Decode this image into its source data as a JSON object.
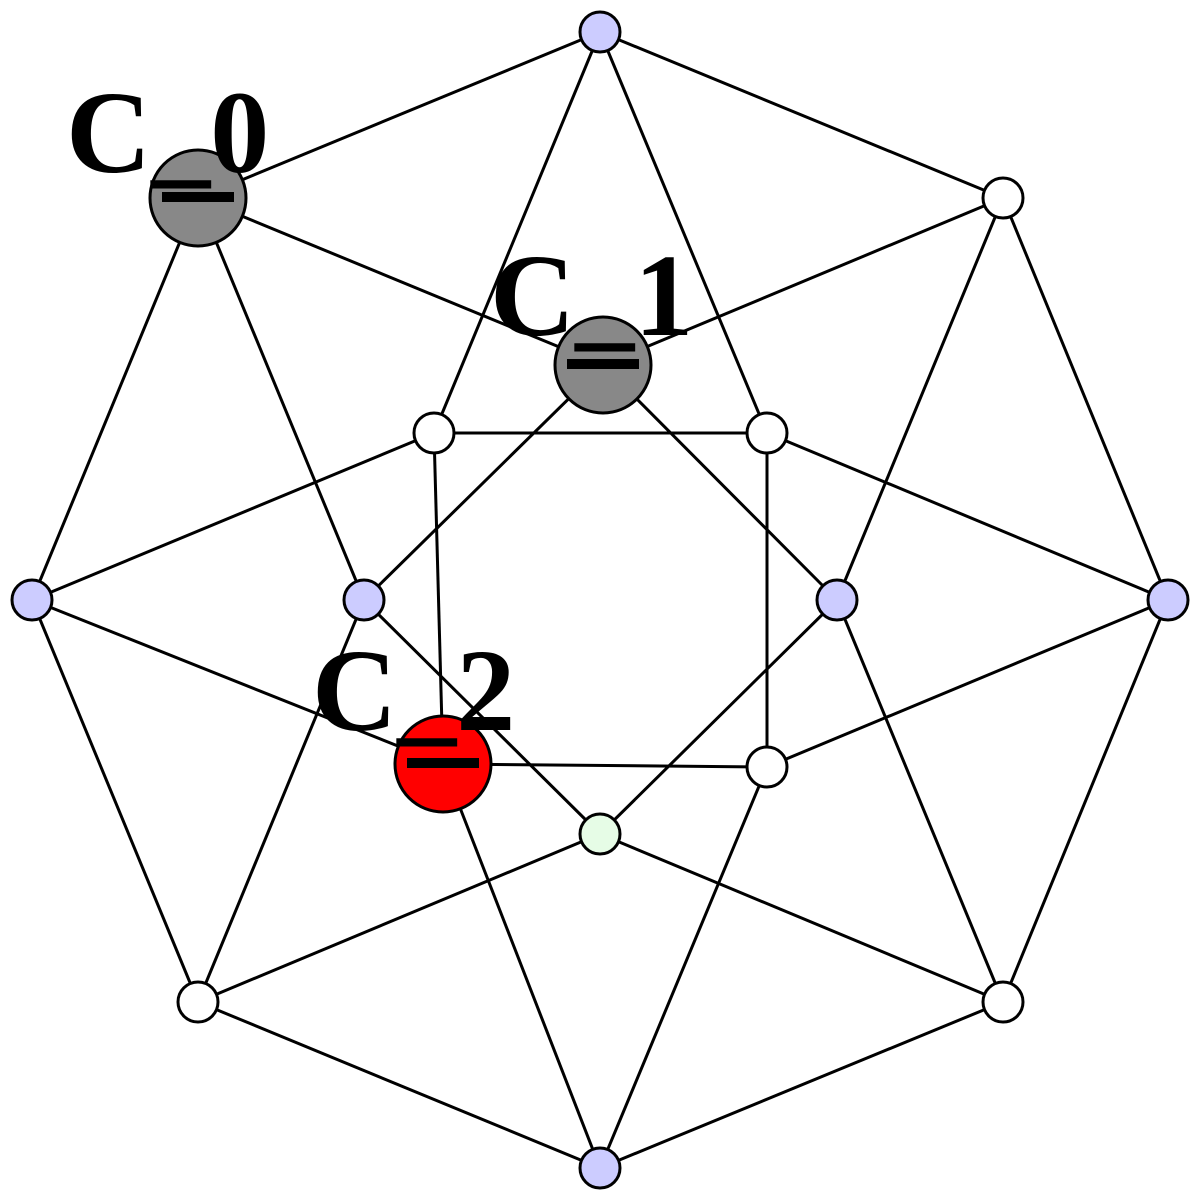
{
  "colors": {
    "white_node": "#ffffff",
    "blue_node": "#ccccff",
    "green_node": "#e6fce6",
    "gray_node": "#888888",
    "red_node": "#ff0000",
    "edge": "#000000"
  },
  "labels": [
    {
      "id": "c0",
      "text": "C_0"
    },
    {
      "id": "c1",
      "text": "C_1"
    },
    {
      "id": "c2",
      "text": "C_2"
    }
  ]
}
